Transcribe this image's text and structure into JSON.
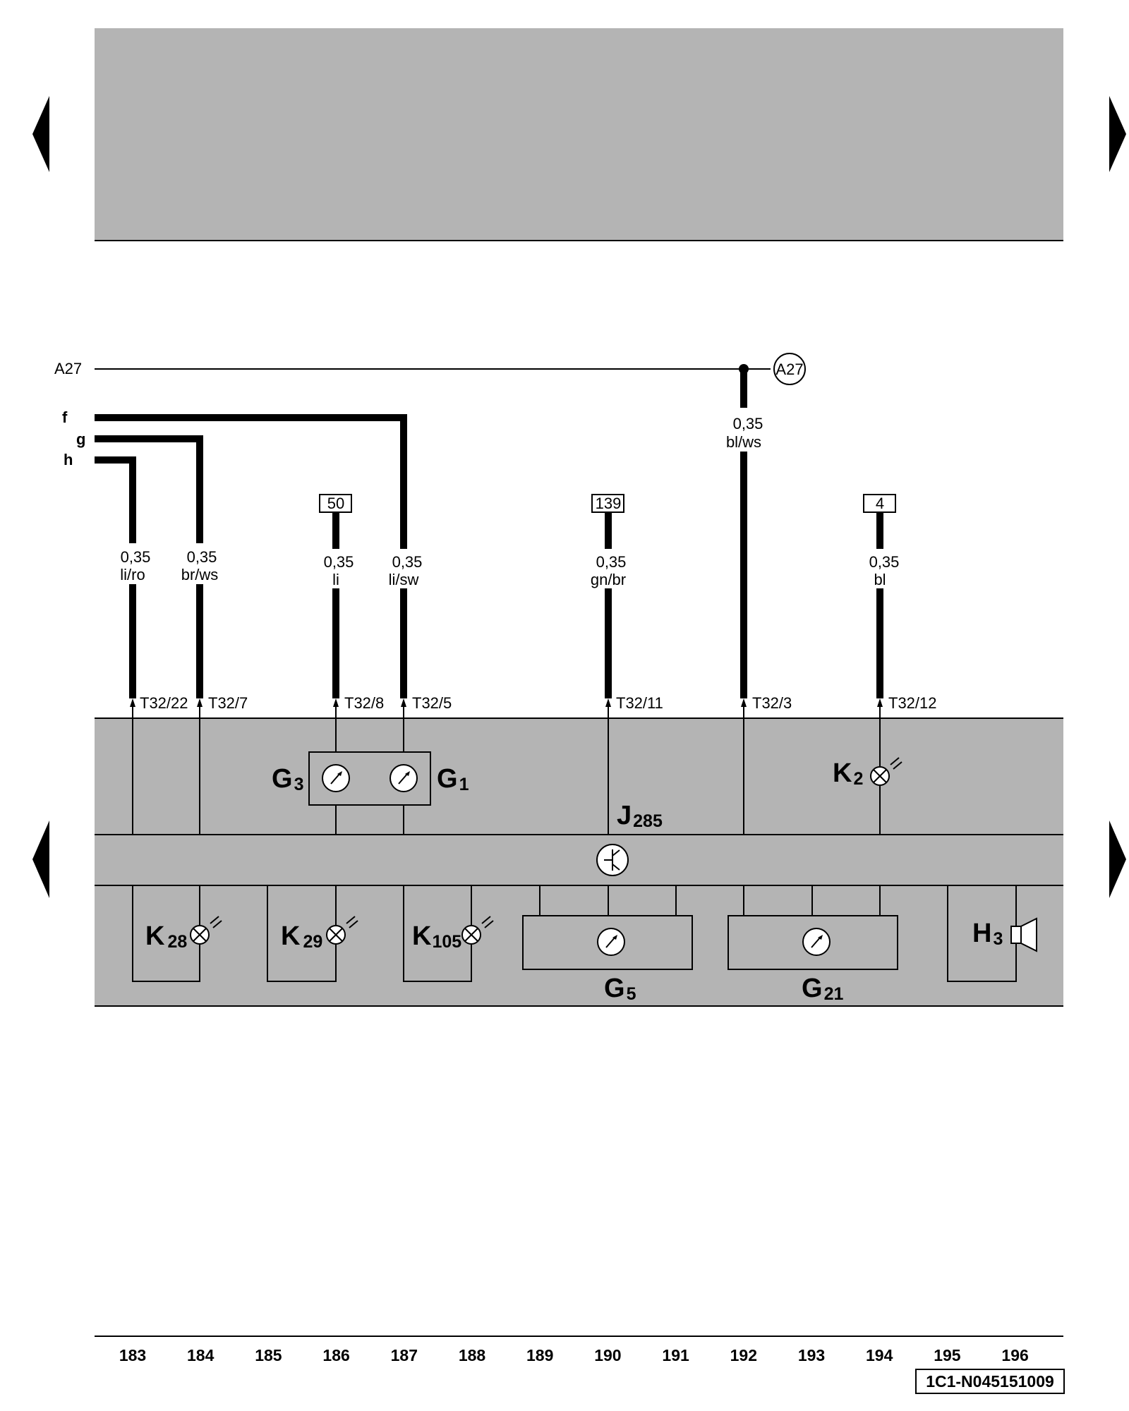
{
  "nav": {
    "prev_top": "prev",
    "next_top": "next",
    "prev_bottom": "prev",
    "next_bottom": "next"
  },
  "bus": {
    "left_label": "A27",
    "ref_label": "A27"
  },
  "inputs": {
    "f": "f",
    "g": "g",
    "h": "h"
  },
  "wires": [
    {
      "gauge": "0,35",
      "color": "li/ro",
      "connector": "T32/22"
    },
    {
      "gauge": "0,35",
      "color": "br/ws",
      "connector": "T32/7"
    },
    {
      "gauge": "0,35",
      "color": "li",
      "connector": "T32/8",
      "terminal": "50"
    },
    {
      "gauge": "0,35",
      "color": "li/sw",
      "connector": "T32/5"
    },
    {
      "gauge": "0,35",
      "color": "gn/br",
      "connector": "T32/11",
      "terminal": "139"
    },
    {
      "gauge": "0,35",
      "color": "bl/ws",
      "connector": "T32/3"
    },
    {
      "gauge": "0,35",
      "color": "bl",
      "connector": "T32/12",
      "terminal": "4"
    }
  ],
  "components": {
    "G3": {
      "letter": "G",
      "sub": "3"
    },
    "G1": {
      "letter": "G",
      "sub": "1"
    },
    "K2": {
      "letter": "K",
      "sub": "2"
    },
    "J285": {
      "letter": "J",
      "sub": "285"
    },
    "K28": {
      "letter": "K",
      "sub": "28"
    },
    "K29": {
      "letter": "K",
      "sub": "29"
    },
    "K105": {
      "letter": "K",
      "sub": "105"
    },
    "G5": {
      "letter": "G",
      "sub": "5"
    },
    "G21": {
      "letter": "G",
      "sub": "21"
    },
    "H3": {
      "letter": "H",
      "sub": "3"
    }
  },
  "footer": {
    "columns": [
      "183",
      "184",
      "185",
      "186",
      "187",
      "188",
      "189",
      "190",
      "191",
      "192",
      "193",
      "194",
      "195",
      "196"
    ],
    "code": "1C1-N045151009"
  }
}
